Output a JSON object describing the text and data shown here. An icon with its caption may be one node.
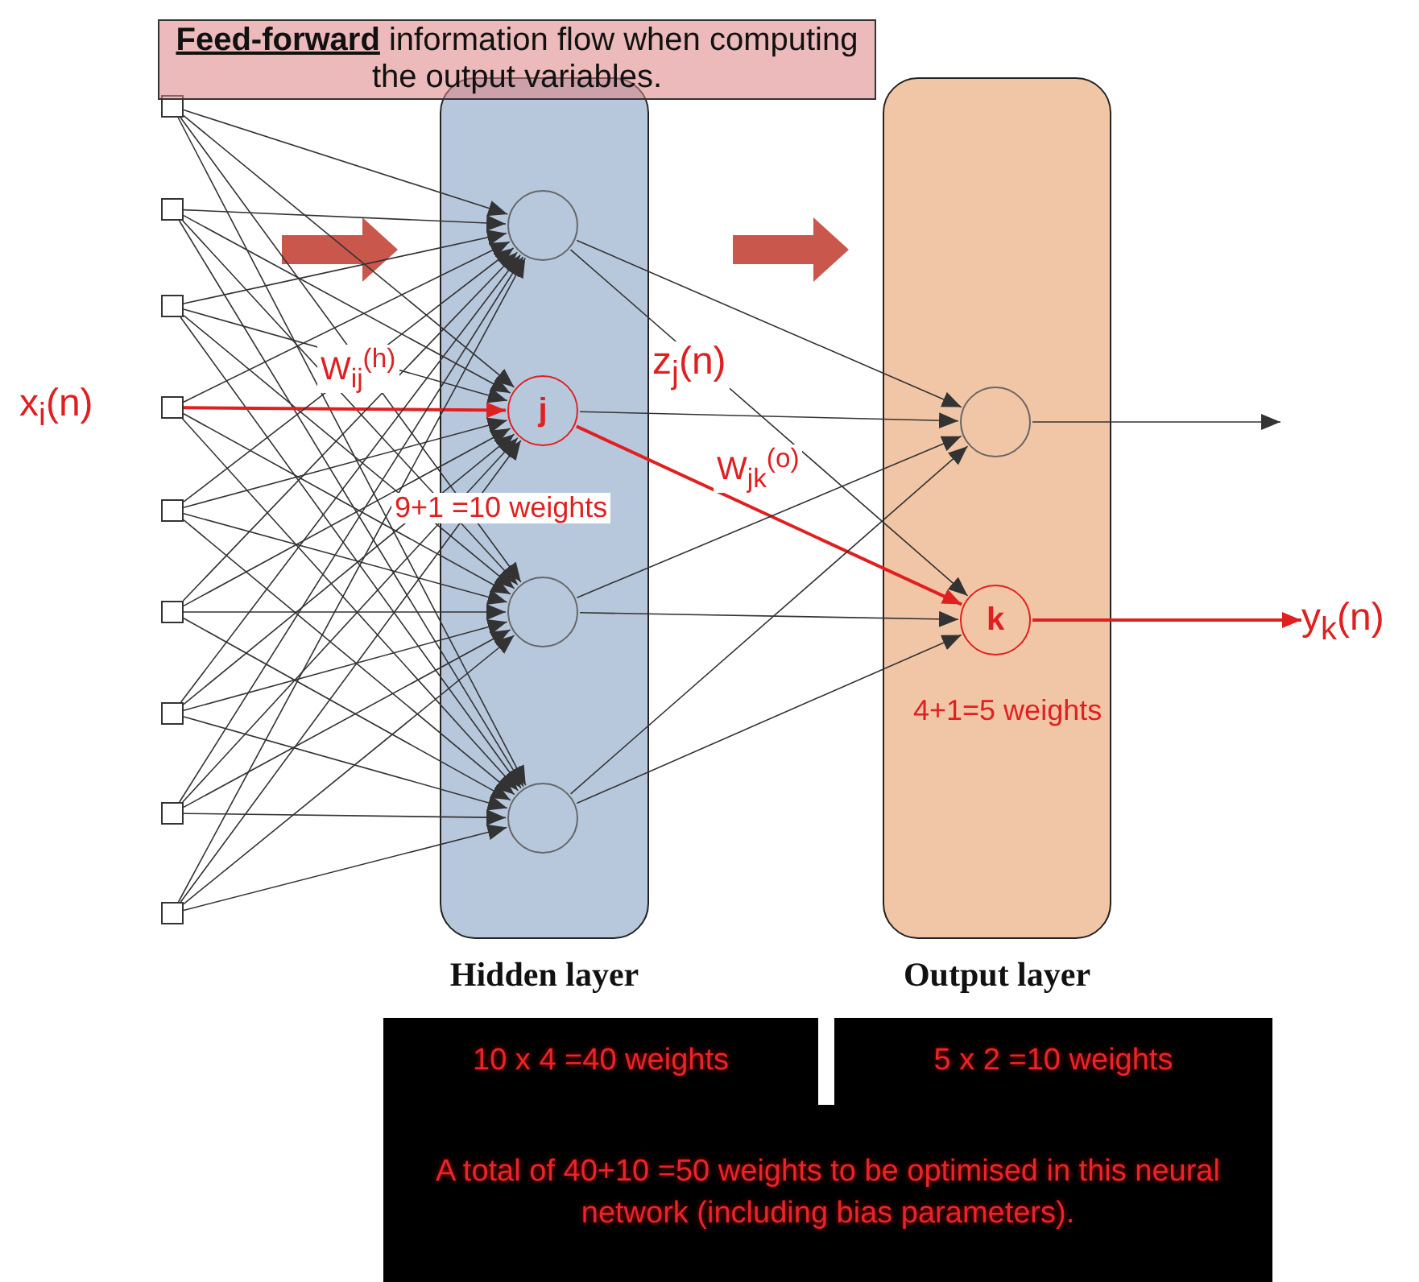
{
  "diagram": {
    "nodes": [
      {
        "text": [
          "**Feed-forward** information flow when computing the output variables."
        ]
      },
      {
        "text": [],
        "shape": "box"
      },
      {
        "text": [],
        "shape": "box"
      },
      {
        "text": [],
        "shape": "box"
      },
      {
        "text": [],
        "shape": "box",
        "beside": [
          "x$_{i}$(n)"
        ]
      },
      {
        "text": [],
        "shape": "box"
      },
      {
        "text": [],
        "shape": "box"
      },
      {
        "text": [],
        "shape": "box"
      },
      {
        "text": [],
        "shape": "box"
      },
      {
        "text": [],
        "shape": "box"
      },
      {
        "text": [
          "Hidden layer"
        ]
      },
      {
        "text": [],
        "shape": "circle",
        "in": 10
      },
      {
        "text": [
          "j"
        ],
        "in": 10,
        "beside": [
          "z$_{j}$(n)",
          "9+1 =10 weights"
        ]
      },
      {
        "text": [],
        "shape": "circle",
        "in": 10
      },
      {
        "text": [],
        "shape": "circle",
        "in": 10
      },
      {
        "text": [
          "Output layer"
        ]
      },
      {
        "text": [],
        "shape": "circle",
        "in": 15
      },
      {
        "text": [
          "k"
        ],
        "in": 15,
        "beside": [
          "4+1=5  weights"
        ]
      },
      {
        "text": [
          "y$_{k}$(n)"
        ]
      },
      {
        "text": [
          "10 x 4 =40 weights"
        ]
      },
      {
        "text": [
          "5 x 2 =10 weights"
        ]
      },
      {
        "text": [
          "A total of 40+10 =50 weights to be optimised in this neural network (including bias parameters)."
        ]
      }
    ],
    "edges": [
      {
        "from": 1,
        "to": 11,
        "arrow": "to"
      },
      {
        "from": 1,
        "to": 12,
        "arrow": "to"
      },
      {
        "from": 1,
        "to": 13,
        "arrow": "to"
      },
      {
        "from": 1,
        "to": 14,
        "arrow": "to"
      },
      {
        "from": 2,
        "to": 11,
        "arrow": "to"
      },
      {
        "from": 2,
        "to": 12,
        "arrow": "to"
      },
      {
        "from": 2,
        "to": 13,
        "arrow": "to"
      },
      {
        "from": 2,
        "to": 14,
        "arrow": "to"
      },
      {
        "from": 3,
        "to": 11,
        "arrow": "to"
      },
      {
        "from": 3,
        "to": 12,
        "arrow": "to"
      },
      {
        "from": 3,
        "to": 13,
        "arrow": "to"
      },
      {
        "from": 3,
        "to": 14,
        "arrow": "to"
      },
      {
        "from": 4,
        "to": 11,
        "arrow": "to"
      },
      {
        "from": 4,
        "to": 12,
        "arrow": "to",
        "label": "W$_{ij}$$^{(h)}$",
        "color": "#e02020"
      },
      {
        "from": 4,
        "to": 13,
        "arrow": "to"
      },
      {
        "from": 4,
        "to": 14,
        "arrow": "to"
      },
      {
        "from": 5,
        "to": 11,
        "arrow": "to"
      },
      {
        "from": 5,
        "to": 12,
        "arrow": "to"
      },
      {
        "from": 5,
        "to": 13,
        "arrow": "to"
      },
      {
        "from": 5,
        "to": 14,
        "arrow": "to"
      },
      {
        "from": 6,
        "to": 11,
        "arrow": "to"
      },
      {
        "from": 6,
        "to": 12,
        "arrow": "to"
      },
      {
        "from": 6,
        "to": 13,
        "arrow": "to"
      },
      {
        "from": 6,
        "to": 14,
        "arrow": "to"
      },
      {
        "from": 7,
        "to": 11,
        "arrow": "to"
      },
      {
        "from": 7,
        "to": 12,
        "arrow": "to"
      },
      {
        "from": 7,
        "to": 13,
        "arrow": "to"
      },
      {
        "from": 7,
        "to": 14,
        "arrow": "to"
      },
      {
        "from": 8,
        "to": 11,
        "arrow": "to"
      },
      {
        "from": 8,
        "to": 12,
        "arrow": "to"
      },
      {
        "from": 8,
        "to": 13,
        "arrow": "to"
      },
      {
        "from": 8,
        "to": 14,
        "arrow": "to"
      },
      {
        "from": 9,
        "to": 11,
        "arrow": "to"
      },
      {
        "from": 9,
        "to": 12,
        "arrow": "to"
      },
      {
        "from": 9,
        "to": 13,
        "arrow": "to"
      },
      {
        "from": 9,
        "to": 14,
        "arrow": "to"
      },
      {
        "from": 11,
        "to": 16,
        "arrow": "to"
      },
      {
        "from": 11,
        "to": 17,
        "arrow": "to"
      },
      {
        "from": 12,
        "to": 16,
        "arrow": "to"
      },
      {
        "from": 12,
        "to": 17,
        "arrow": "to",
        "label": "W$_{jk}$$^{(o)}$",
        "color": "#e02020"
      },
      {
        "from": 13,
        "to": 16,
        "arrow": "to"
      },
      {
        "from": 13,
        "to": 17,
        "arrow": "to"
      },
      {
        "from": 14,
        "to": 16,
        "arrow": "to"
      },
      {
        "from": 14,
        "to": 17,
        "arrow": "to"
      },
      {
        "from": 16,
        "to": null,
        "arrow": "to"
      },
      {
        "from": 17,
        "to": 18,
        "arrow": "to",
        "color": "#e02020"
      }
    ]
  }
}
